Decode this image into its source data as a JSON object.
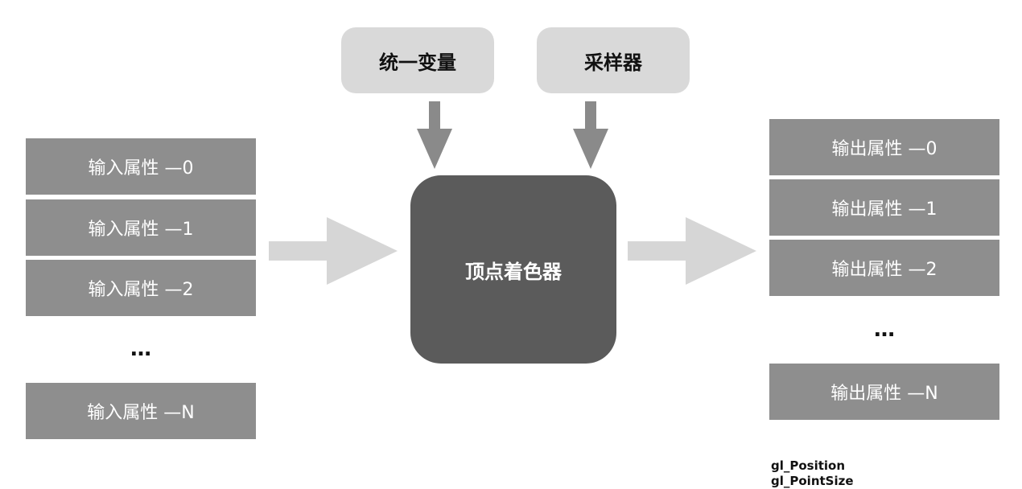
{
  "diagram": {
    "uniform_label": "统一变量",
    "sampler_label": "采样器",
    "shader_label": "顶点着色器",
    "input_attributes": [
      "输入属性 —0",
      "输入属性 —1",
      "输入属性 —2"
    ],
    "input_ellipsis": "…",
    "input_last": "输入属性 —N",
    "output_attributes": [
      "输出属性 —0",
      "输出属性 —1",
      "输出属性 —2"
    ],
    "output_ellipsis": "…",
    "output_last": "输出属性 —N",
    "builtin_outputs": [
      "gl_Position",
      "gl_PointSize"
    ]
  },
  "colors": {
    "attribute_box": "#8e8e8e",
    "shader_box": "#5b5b5b",
    "pill_box": "#d9d9d9",
    "down_arrow": "#8a8a8a",
    "flow_arrow": "#d6d6d6"
  }
}
